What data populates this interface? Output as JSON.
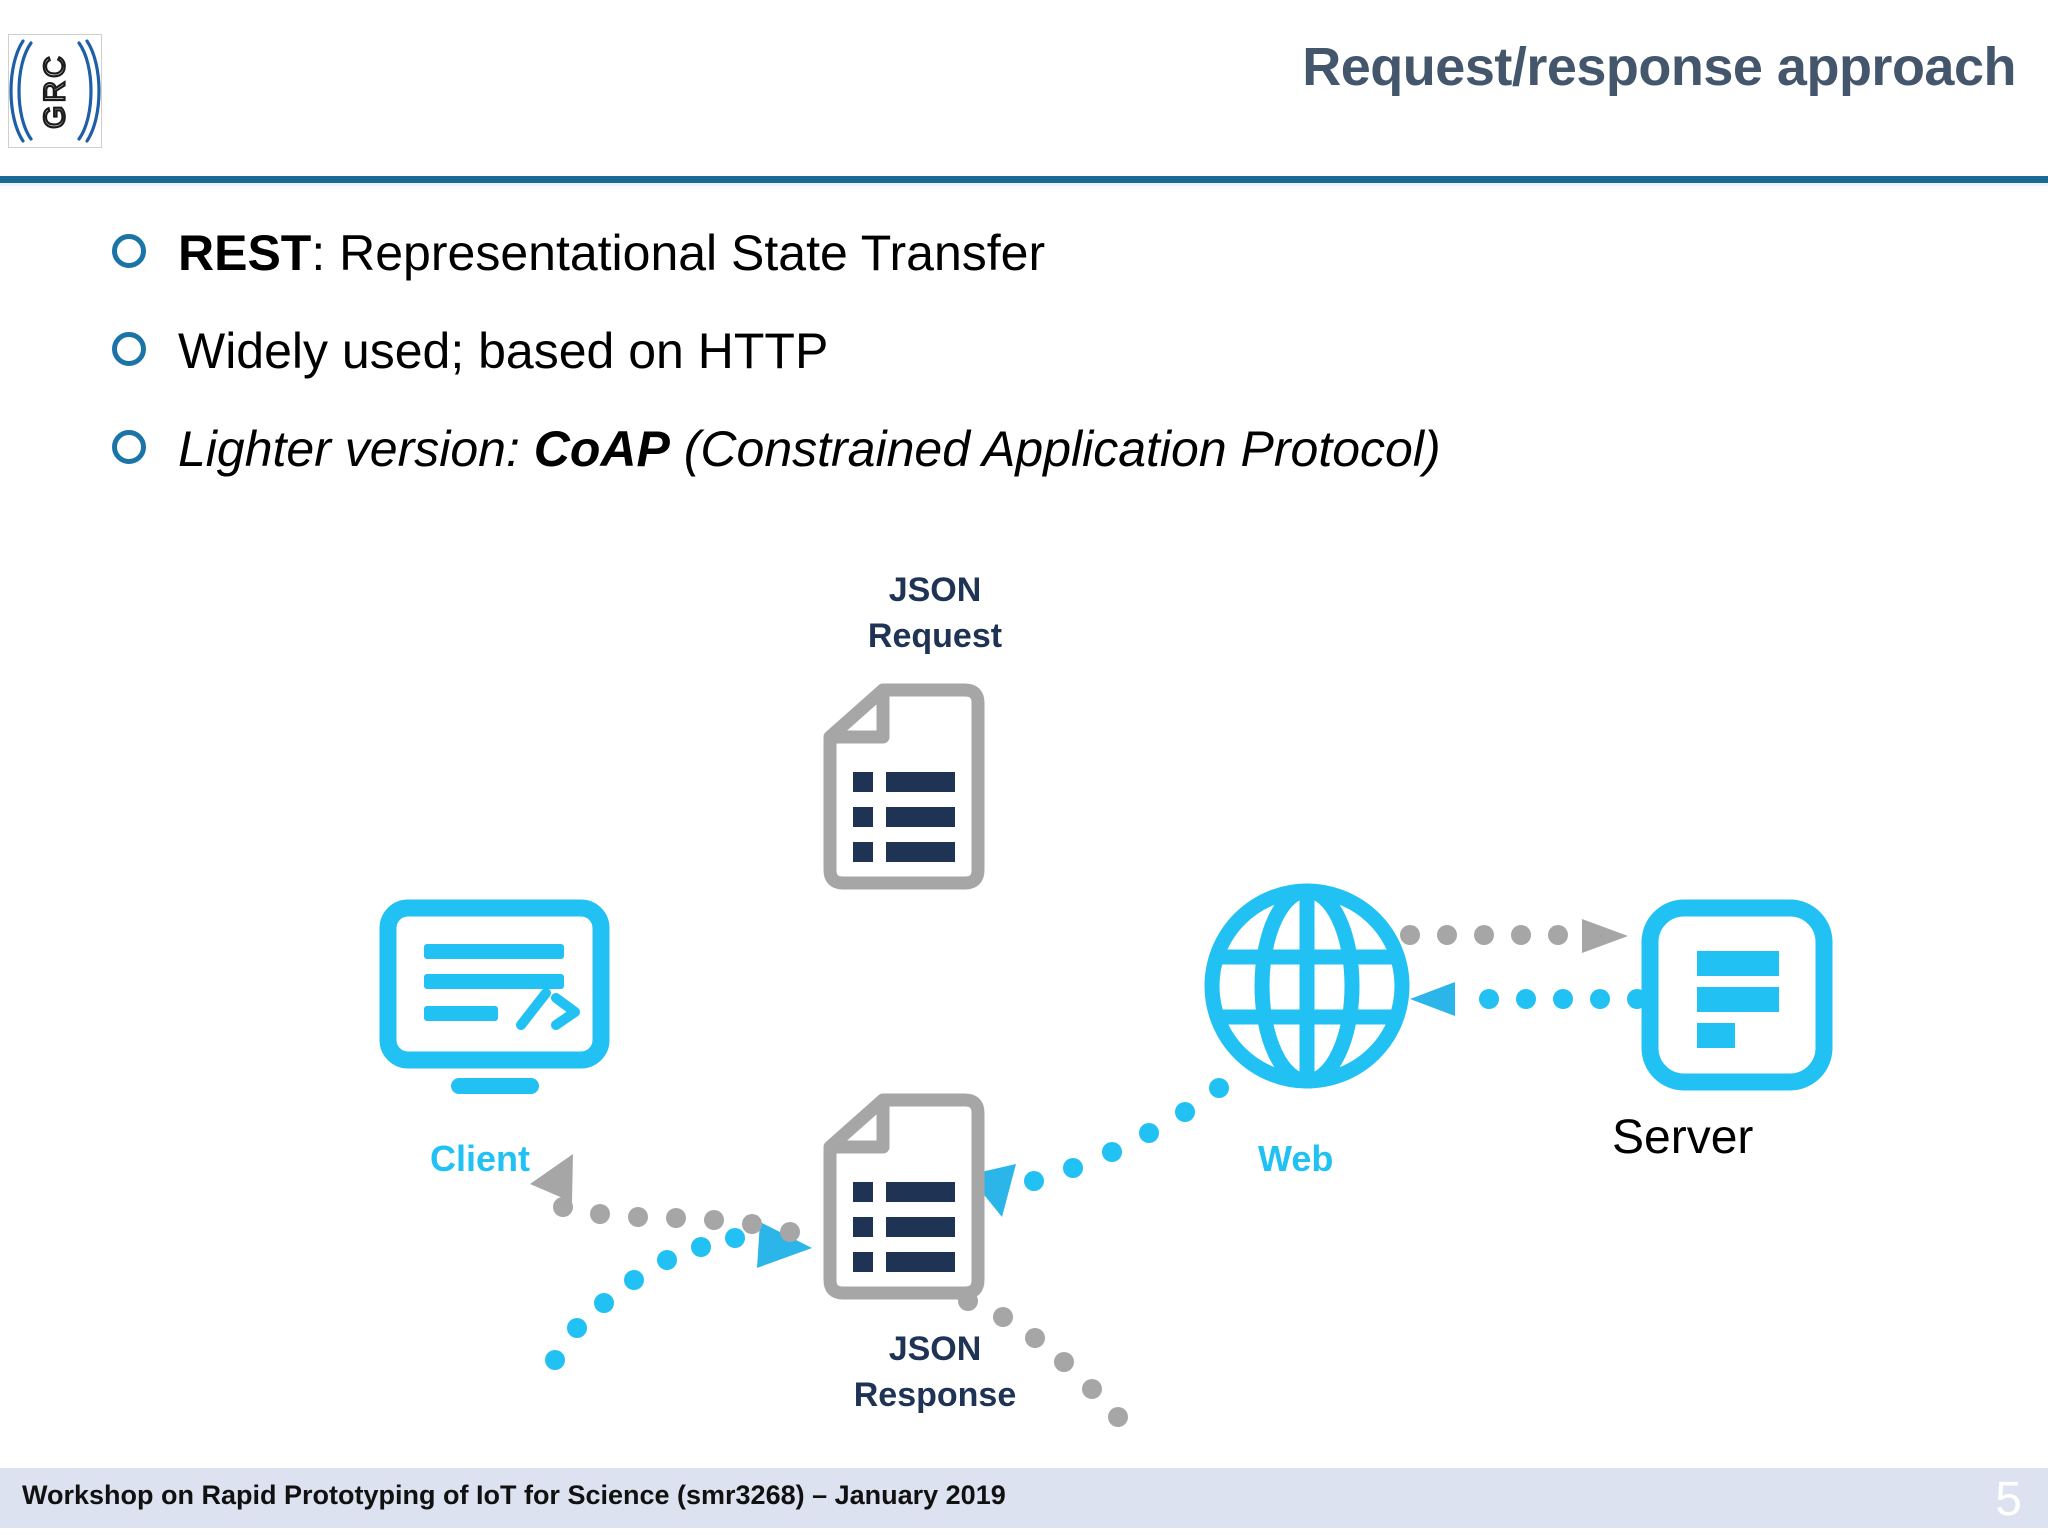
{
  "slide": {
    "title": "Request/response approach",
    "logo_text": "GRC",
    "accent_rule_color": "#1B6A95",
    "title_color": "#44566B"
  },
  "bullets": [
    {
      "marker": "hollow-circle",
      "parts": [
        {
          "text": "REST",
          "style": "bold"
        },
        {
          "text": ": Representational State Transfer",
          "style": "normal"
        }
      ],
      "plain": "REST: Representational State Transfer"
    },
    {
      "marker": "hollow-circle",
      "parts": [
        {
          "text": "Widely used; based on HTTP",
          "style": "normal"
        }
      ],
      "plain": "Widely used; based on HTTP"
    },
    {
      "marker": "hollow-circle",
      "parts": [
        {
          "text": "Lighter version: ",
          "style": "italic"
        },
        {
          "text": "CoAP",
          "style": "bold-italic"
        },
        {
          "text": " (Constrained Application Protocol)",
          "style": "italic"
        }
      ],
      "plain": "Lighter version: CoAP (Constrained Application Protocol)"
    }
  ],
  "diagram": {
    "labels": {
      "json_request_line1": "JSON",
      "json_request_line2": "Request",
      "json_response_line1": "JSON",
      "json_response_line2": "Response",
      "client": "Client",
      "web": "Web",
      "server": "Server"
    },
    "colors": {
      "cyan": "#21C1F3",
      "gray": "#A6A6A6",
      "navy": "#1F3355"
    },
    "nodes": [
      {
        "name": "client",
        "icon": "monitor-code-icon",
        "label": "Client"
      },
      {
        "name": "json-request-doc",
        "icon": "document-list-icon",
        "label": "JSON Request"
      },
      {
        "name": "web",
        "icon": "globe-icon",
        "label": "Web"
      },
      {
        "name": "json-response-doc",
        "icon": "document-list-icon",
        "label": "JSON Response"
      },
      {
        "name": "server",
        "icon": "server-bars-icon",
        "label": "Server"
      }
    ],
    "flows": [
      {
        "from": "client",
        "to": "json-request-doc",
        "color": "#21C1F3",
        "style": "dotted-arc"
      },
      {
        "from": "json-request-doc",
        "to": "web",
        "color": "#A6A6A6",
        "style": "dotted-arc"
      },
      {
        "from": "web",
        "to": "server",
        "color": "#A6A6A6",
        "style": "dotted-straight"
      },
      {
        "from": "server",
        "to": "web",
        "color": "#21C1F3",
        "style": "dotted-straight"
      },
      {
        "from": "web",
        "to": "json-response-doc",
        "color": "#21C1F3",
        "style": "dotted-arc"
      },
      {
        "from": "json-response-doc",
        "to": "client",
        "color": "#A6A6A6",
        "style": "dotted-arc"
      }
    ]
  },
  "footer": {
    "text": "Workshop on Rapid Prototyping of IoT for Science (smr3268) – January 2019",
    "slide_number": "5",
    "band_color": "#DDE2F0"
  }
}
